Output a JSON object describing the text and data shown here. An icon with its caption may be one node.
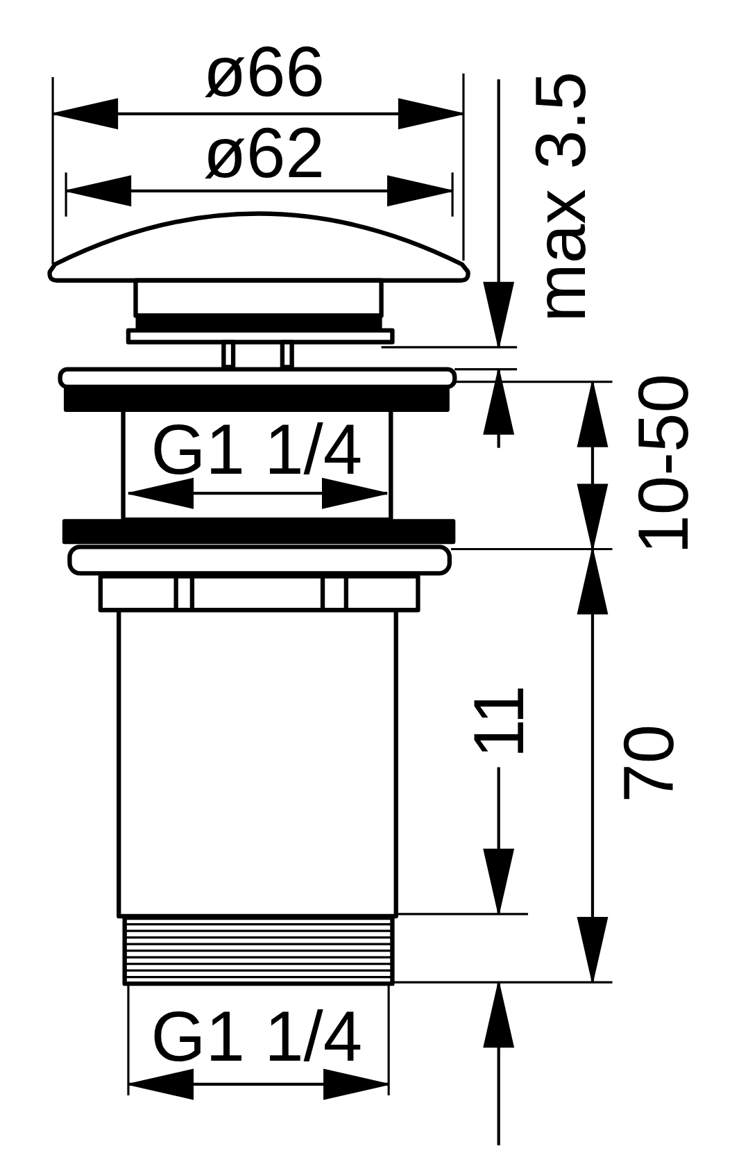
{
  "diagram": {
    "labels": [
      "ø66",
      "ø62",
      "max 3.5",
      "G1 1/4",
      "10-50",
      "11",
      "70",
      "G1 1/4"
    ]
  }
}
